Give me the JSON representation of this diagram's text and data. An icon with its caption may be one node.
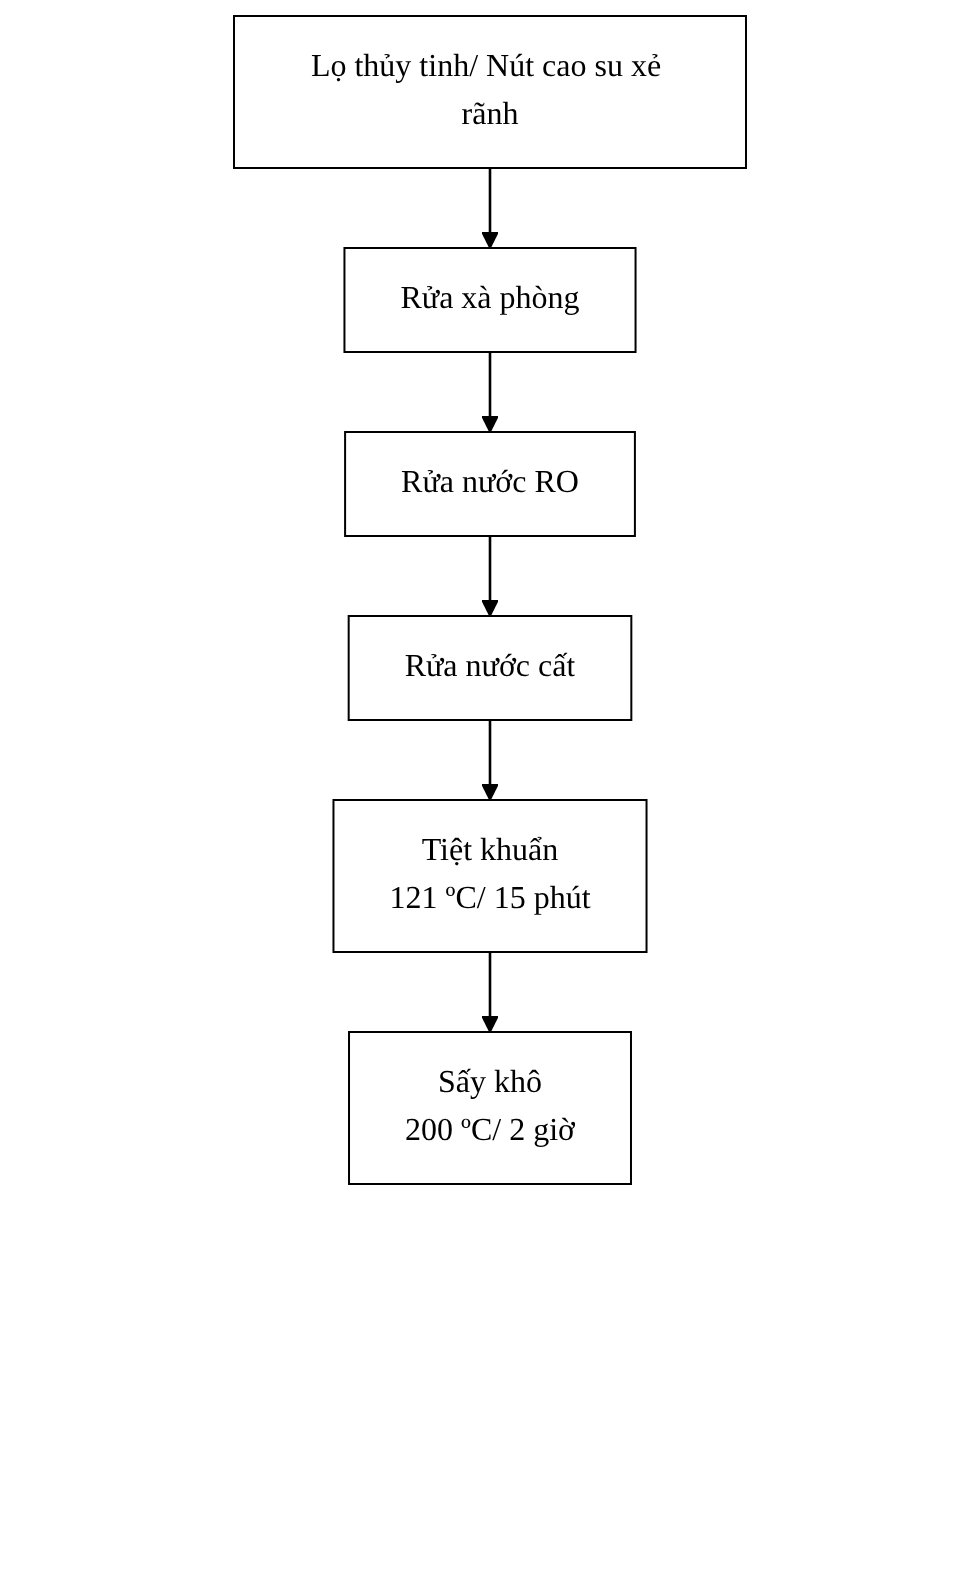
{
  "diagram": {
    "nodes": [
      {
        "text": [
          "Lọ thủy tinh/ Nút cao su xẻ rãnh"
        ]
      },
      {
        "text": [
          "Rửa xà phòng"
        ]
      },
      {
        "text": [
          "Rửa nước RO"
        ]
      },
      {
        "text": [
          "Rửa nước cất"
        ]
      },
      {
        "text": [
          "Tiệt khuẩn",
          "121 ºC/ 15 phút"
        ]
      },
      {
        "text": [
          "Sấy khô",
          "200 ºC/ 2 giờ"
        ]
      }
    ],
    "edges": [
      {
        "from": 0,
        "to": 1,
        "arrow": "to"
      },
      {
        "from": 1,
        "to": 2,
        "arrow": "to"
      },
      {
        "from": 2,
        "to": 3,
        "arrow": "to"
      },
      {
        "from": 3,
        "to": 4,
        "arrow": "to"
      },
      {
        "from": 4,
        "to": 5,
        "arrow": "to"
      }
    ]
  }
}
